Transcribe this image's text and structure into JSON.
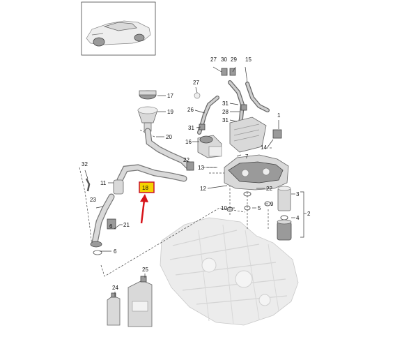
{
  "diagram": {
    "highlight_color": "#f5d300",
    "highlight_border": "#c8102e",
    "arrow_color": "#d7141a",
    "callouts": {
      "c1": "1",
      "c2": "2",
      "c3": "3",
      "c4": "4",
      "c6a": "6",
      "c6b": "6",
      "c10": "10",
      "c11": "11",
      "c12": "12",
      "c13": "13",
      "c14": "14",
      "c15": "15",
      "c16": "16",
      "c17": "17",
      "c18": "18",
      "c19": "19",
      "c20": "20",
      "c21": "21",
      "c22": "22",
      "c23": "23",
      "c24": "24",
      "c25": "25",
      "c26": "26",
      "c27a": "27",
      "c27b": "27",
      "c28": "28",
      "c29": "29",
      "c30": "30",
      "c31a": "31",
      "c31b": "31",
      "c31c": "31",
      "c32": "32"
    }
  }
}
